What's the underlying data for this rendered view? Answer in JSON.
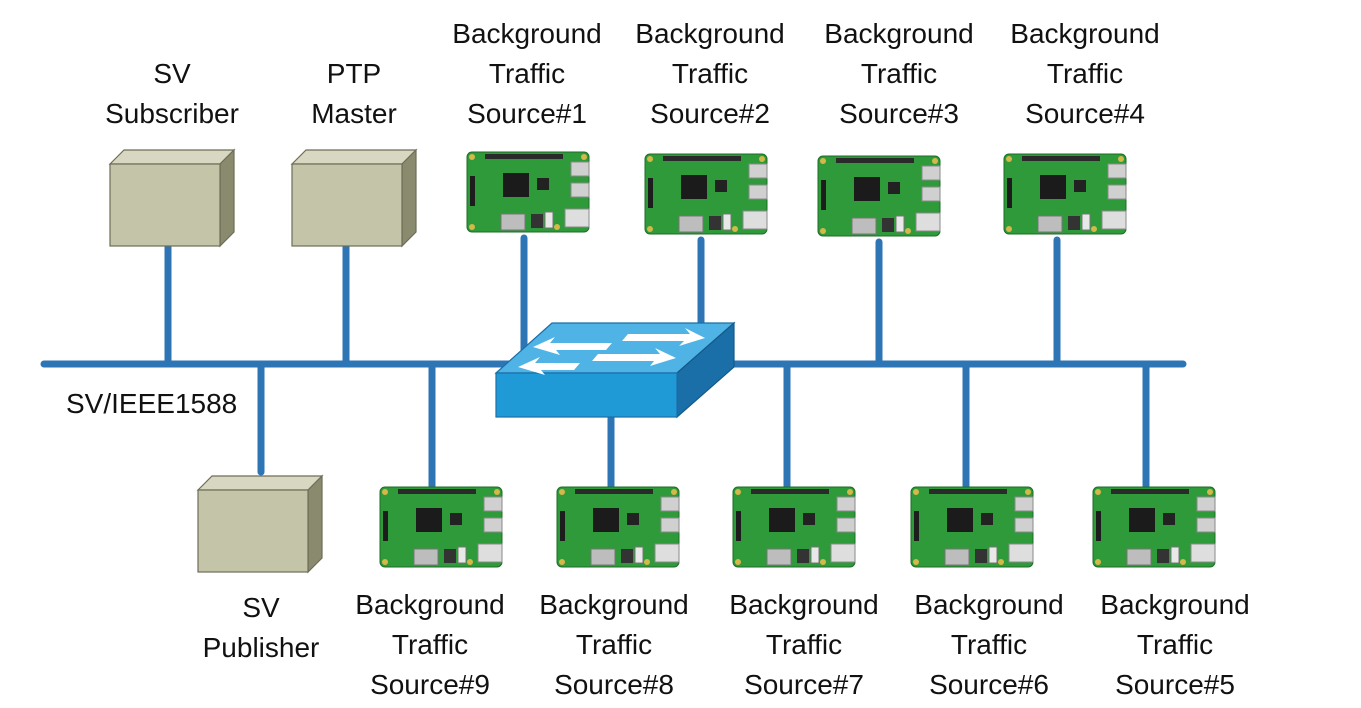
{
  "bus_label": "SV/IEEE1588",
  "colors": {
    "bus": "#2e75b6",
    "box_front": "#c4c4a8",
    "box_top": "#d8d8c2",
    "box_side": "#8a8a6e",
    "switch_top": "#4fb3e6",
    "switch_front": "#1f9ad6",
    "switch_side": "#1a6fa8",
    "board": "#2e9a3a"
  },
  "devices": {
    "sv_subscriber": {
      "lines": [
        "SV",
        "Subscriber"
      ]
    },
    "ptp_master": {
      "lines": [
        "PTP",
        "Master"
      ]
    },
    "sv_publisher": {
      "lines": [
        "SV",
        "Publisher"
      ]
    }
  },
  "network_switch": {
    "icon": "network-switch-icon"
  },
  "traffic_sources": [
    {
      "lines": [
        "Background",
        "Traffic",
        "Source#1"
      ]
    },
    {
      "lines": [
        "Background",
        "Traffic",
        "Source#2"
      ]
    },
    {
      "lines": [
        "Background",
        "Traffic",
        "Source#3"
      ]
    },
    {
      "lines": [
        "Background",
        "Traffic",
        "Source#4"
      ]
    },
    {
      "lines": [
        "Background",
        "Traffic",
        "Source#5"
      ]
    },
    {
      "lines": [
        "Background",
        "Traffic",
        "Source#6"
      ]
    },
    {
      "lines": [
        "Background",
        "Traffic",
        "Source#7"
      ]
    },
    {
      "lines": [
        "Background",
        "Traffic",
        "Source#8"
      ]
    },
    {
      "lines": [
        "Background",
        "Traffic",
        "Source#9"
      ]
    }
  ]
}
